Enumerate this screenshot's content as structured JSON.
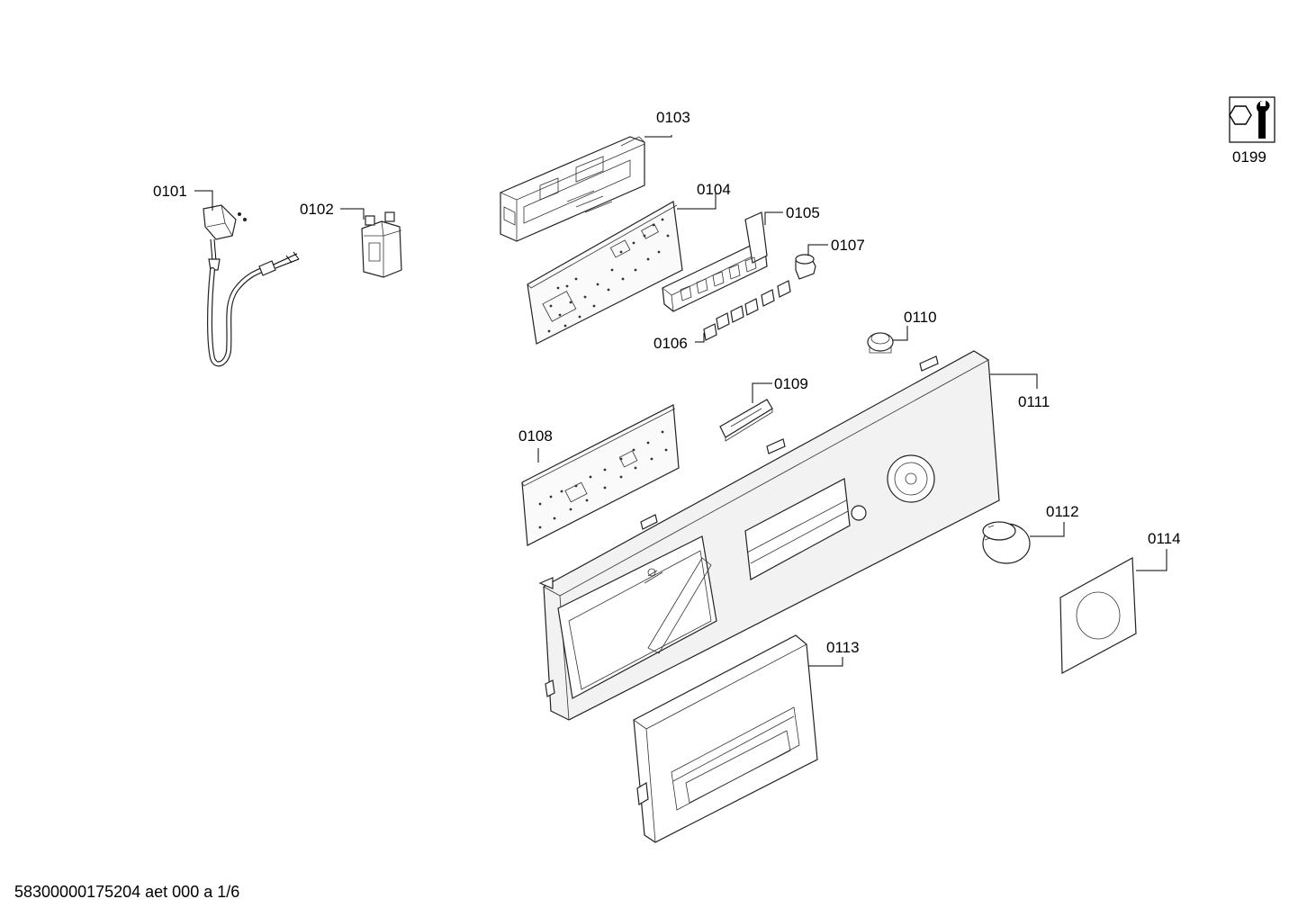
{
  "diagram": {
    "callouts": [
      {
        "id": "p0101",
        "label": "0101"
      },
      {
        "id": "p0102",
        "label": "0102"
      },
      {
        "id": "p0103",
        "label": "0103"
      },
      {
        "id": "p0104",
        "label": "0104"
      },
      {
        "id": "p0105",
        "label": "0105"
      },
      {
        "id": "p0106",
        "label": "0106"
      },
      {
        "id": "p0107",
        "label": "0107"
      },
      {
        "id": "p0108",
        "label": "0108"
      },
      {
        "id": "p0109",
        "label": "0109"
      },
      {
        "id": "p0110",
        "label": "0110"
      },
      {
        "id": "p0111",
        "label": "0111"
      },
      {
        "id": "p0112",
        "label": "0112"
      },
      {
        "id": "p0113",
        "label": "0113"
      },
      {
        "id": "p0114",
        "label": "0114"
      },
      {
        "id": "p0199",
        "label": "0199"
      }
    ],
    "service_icon": "wrench-nut-icon"
  },
  "footer": {
    "text": "58300000175204 aet 000 a 1/6"
  }
}
